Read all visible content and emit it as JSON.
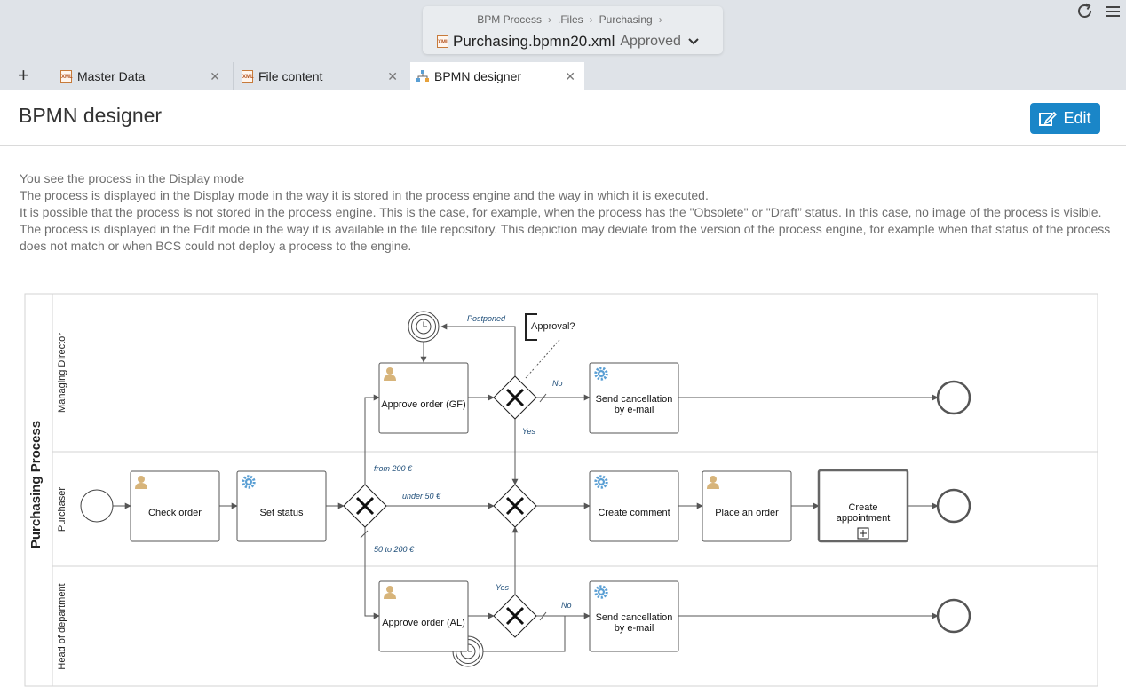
{
  "header": {
    "breadcrumbs": [
      "BPM Process",
      ".Files",
      "Purchasing"
    ],
    "filename": "Purchasing.bpmn20.xml",
    "status": "Approved",
    "file_icon_text": "XML"
  },
  "tabs": [
    {
      "label": "Master Data",
      "icon": "xml-file-icon"
    },
    {
      "label": "File content",
      "icon": "xml-file-icon"
    },
    {
      "label": "BPMN designer",
      "icon": "process-tree-icon"
    }
  ],
  "page": {
    "title": "BPMN designer",
    "edit_label": "Edit",
    "description": [
      "You see the process in the Display mode",
      "The process is displayed in the Display mode in the way it is stored in the process engine and the way in which it is executed.",
      "It is possible that the process is not stored in the process engine. This is the case, for example, when the process has the \"Obsolete\" or \"Draft” status. In this case, no image of the process is visible.",
      "The process is displayed in the Edit mode in the way it is available in the file repository. This depiction may deviate from the version of the process engine, for example when that status of the process",
      "does not match or when BCS could not deploy a process to the engine."
    ]
  },
  "diagram": {
    "pool": "Purchasing Process",
    "lanes": [
      "Managing Director",
      "Purchaser",
      "Head of department"
    ],
    "tasks": {
      "check_order": "Check order",
      "set_status": "Set status",
      "approve_gf": "Approve order (GF)",
      "approve_al": "Approve order (AL)",
      "cancel_md": [
        "Send cancellation",
        "by e-mail"
      ],
      "cancel_hd": [
        "Send cancellation",
        "by e-mail"
      ],
      "create_comment": "Create comment",
      "place_order": "Place an order",
      "appointment": [
        "Create",
        "appointment"
      ]
    },
    "annotation": "Approval?",
    "labels": {
      "postponed": "Postponed",
      "no_md": "No",
      "yes_md": "Yes",
      "from200": "from 200 €",
      "under50": "under 50 €",
      "range": "50 to 200 €",
      "yes_hd": "Yes",
      "no_hd": "No"
    },
    "colors": {
      "user_icon": "#d7b47a",
      "service_icon": "#5a9fd4",
      "label": "#1f4e79"
    }
  }
}
